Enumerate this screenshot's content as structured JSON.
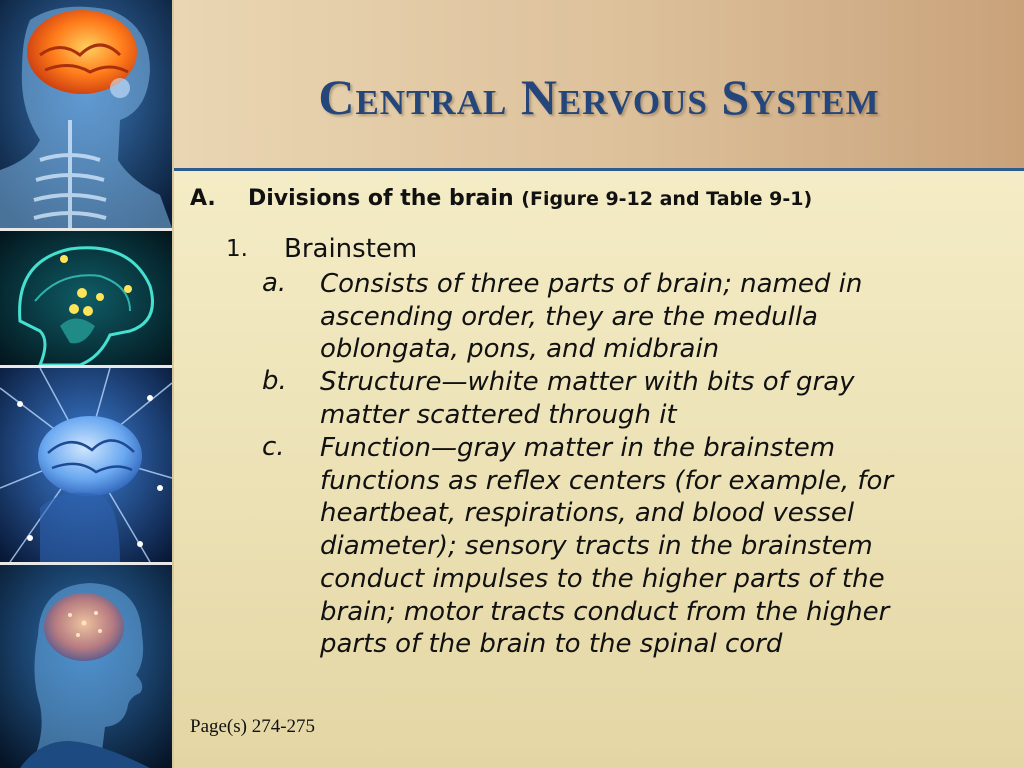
{
  "slide": {
    "title": "Central Nervous System",
    "section": {
      "marker": "A.",
      "heading": "Divisions of the brain",
      "reference": "(Figure 9-12 and Table 9-1)"
    },
    "item": {
      "marker": "1.",
      "heading": "Brainstem"
    },
    "subitems": [
      {
        "marker": "a.",
        "text": "Consists of three parts of brain; named in ascending order, they are the medulla oblongata, pons, and midbrain"
      },
      {
        "marker": "b.",
        "text": "Structure—white matter with bits of gray matter scattered through it"
      },
      {
        "marker": "c.",
        "text": "Function—gray matter in the brainstem functions as reflex centers (for example, for heartbeat, respirations, and blood vessel diameter); sensory tracts in the brainstem conduct impulses to the higher parts of the brain; motor tracts conduct from the higher parts of the brain to the spinal cord"
      }
    ],
    "footer": "Page(s) 274-275"
  },
  "colors": {
    "title": "#24467a",
    "rule": "#2d5b8f",
    "background": "#efe4b8",
    "header": "#dcc09a"
  },
  "images": [
    "brain-skeleton-image",
    "brain-scan-image",
    "brain-network-image",
    "head-profile-image"
  ]
}
